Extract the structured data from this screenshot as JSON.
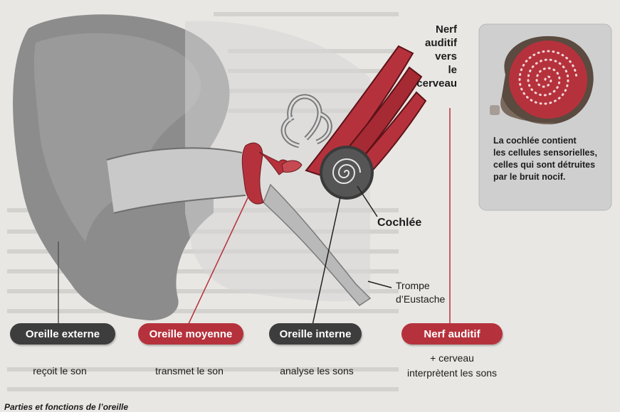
{
  "nerve_label": {
    "lines": [
      "Nerf",
      "auditif",
      "vers",
      "le",
      "cerveau"
    ]
  },
  "cochlea_label": "Cochlée",
  "eustachian_label": {
    "lines": [
      "Trompe",
      "d’Eustache"
    ]
  },
  "callout": {
    "lines": [
      "La cochlée contient",
      "les cellules sensorielles,",
      "celles qui sont détruites",
      "par le bruit nocif."
    ]
  },
  "sections": [
    {
      "title": "Oreille externe",
      "function": "reçoit le son",
      "style": "dark"
    },
    {
      "title": "Oreille moyenne",
      "function": "transmet le son",
      "style": "red"
    },
    {
      "title": "Oreille interne",
      "function": "analyse les sons",
      "style": "dark"
    },
    {
      "title": "Nerf auditif",
      "function_lines": [
        "+ cerveau",
        "interprètent les sons"
      ],
      "style": "red"
    }
  ],
  "caption": "Parties et fonctions de l’oreille",
  "colors": {
    "background": "#e9e7e3",
    "outer_ear": "#8c8c8c",
    "canal": "#c9c9c9",
    "red_accent": "#b5323c",
    "dark_pill": "#3d3d3d",
    "callout_box": "#cfcfcf",
    "cochlea_callout": "#b5323c"
  }
}
